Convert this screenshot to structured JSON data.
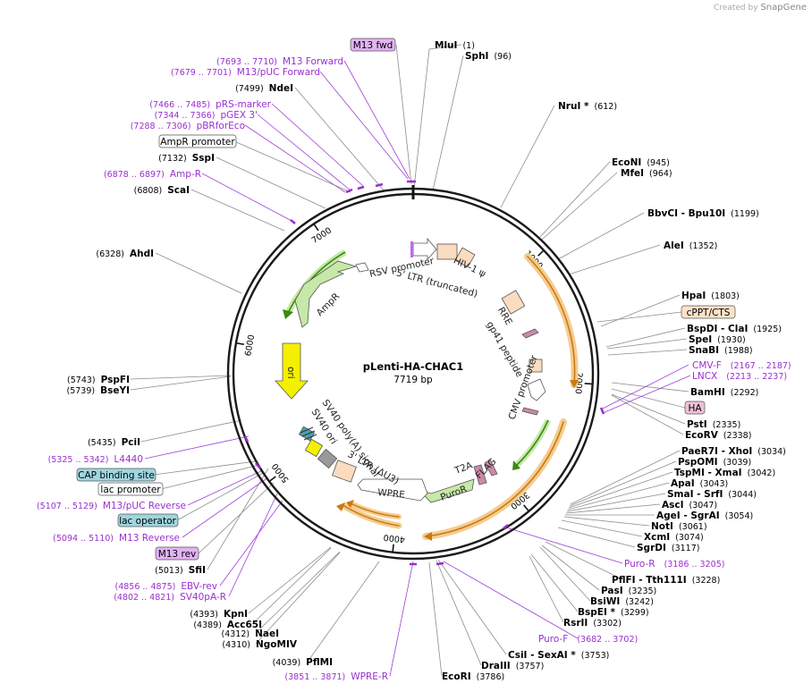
{
  "credit": {
    "prefix": "Created by",
    "brand": "SnapGene"
  },
  "plasmid": {
    "name": "pLenti-HA-CHAC1",
    "size": "7719 bp",
    "length": 7719
  },
  "colors": {
    "primer": "#9a2fd0",
    "amp": "#7ac84a",
    "orange": "#f0b060",
    "ori": "#f4f000"
  },
  "ticks": [
    {
      "label": "1000",
      "bp": 1000
    },
    {
      "label": "2000",
      "bp": 2000
    },
    {
      "label": "3000",
      "bp": 3000
    },
    {
      "label": "4000",
      "bp": 4000
    },
    {
      "label": "5000",
      "bp": 5000
    },
    {
      "label": "6000",
      "bp": 6000
    },
    {
      "label": "7000",
      "bp": 7000
    }
  ],
  "features": [
    {
      "name": "5' LTR (truncated)",
      "start": 230,
      "end": 410
    },
    {
      "name": "HIV-1 ψ",
      "start": 457,
      "end": 582
    },
    {
      "name": "RRE",
      "start": 1075,
      "end": 1308
    },
    {
      "name": "gp41 peptide",
      "start": 1310,
      "end": 1420
    },
    {
      "name": "cPPT/CTS",
      "start": 1803,
      "end": 1920
    },
    {
      "name": "CMV promoter",
      "start": 2000,
      "end": 2204
    },
    {
      "name": "HA",
      "start": 2292,
      "end": 2330
    },
    {
      "name": "FLAG",
      "start": 2880,
      "end": 2920
    },
    {
      "name": "T2A",
      "start": 2930,
      "end": 2990
    },
    {
      "name": "PuroR",
      "start": 3010,
      "end": 3610
    },
    {
      "name": "WPRE",
      "start": 3840,
      "end": 4430
    },
    {
      "name": "3' LTR (ΔU3)",
      "start": 4510,
      "end": 4745
    },
    {
      "name": "SV40 ori",
      "start": 4780,
      "end": 4900
    },
    {
      "name": "SV40 poly(A) signal",
      "start": 4940,
      "end": 5060
    },
    {
      "name": "ori",
      "start": 5400,
      "end": 5990
    },
    {
      "name": "AmpR",
      "start": 6150,
      "end": 7000
    },
    {
      "name": "AmpR promoter",
      "start": 7000,
      "end": 7105
    },
    {
      "name": "RSV promoter",
      "start": 7375,
      "end": 7600
    }
  ],
  "enzymes": [
    {
      "name": "MluI",
      "pos": "(1)"
    },
    {
      "name": "SphI",
      "pos": "(96)"
    },
    {
      "name": "NruI *",
      "pos": "(612)"
    },
    {
      "name": "EcoNI",
      "pos": "(945)"
    },
    {
      "name": "MfeI",
      "pos": "(964)"
    },
    {
      "name": "BbvCI  - Bpu10I",
      "pos": "(1199)"
    },
    {
      "name": "AleI",
      "pos": "(1352)"
    },
    {
      "name": "HpaI",
      "pos": "(1803)"
    },
    {
      "name": "BspDI  - ClaI",
      "pos": "(1925)"
    },
    {
      "name": "SpeI",
      "pos": "(1930)"
    },
    {
      "name": "SnaBI",
      "pos": "(1988)"
    },
    {
      "name": "BamHI",
      "pos": "(2292)"
    },
    {
      "name": "PstI",
      "pos": "(2335)"
    },
    {
      "name": "EcoRV",
      "pos": "(2338)"
    },
    {
      "name": "PaeR7I  - XhoI",
      "pos": "(3034)"
    },
    {
      "name": "PspOMI",
      "pos": "(3039)"
    },
    {
      "name": "TspMI  - XmaI",
      "pos": "(3042)"
    },
    {
      "name": "ApaI",
      "pos": "(3043)"
    },
    {
      "name": "SmaI  - SrfI",
      "pos": "(3044)"
    },
    {
      "name": "AscI",
      "pos": "(3047)"
    },
    {
      "name": "AgeI  - SgrAI",
      "pos": "(3054)"
    },
    {
      "name": "NotI",
      "pos": "(3061)"
    },
    {
      "name": "XcmI",
      "pos": "(3074)"
    },
    {
      "name": "SgrDI",
      "pos": "(3117)"
    },
    {
      "name": "PflFI  - Tth111I",
      "pos": "(3228)"
    },
    {
      "name": "PasI",
      "pos": "(3235)"
    },
    {
      "name": "BsiWI",
      "pos": "(3242)"
    },
    {
      "name": "BspEI *",
      "pos": "(3299)"
    },
    {
      "name": "RsrII",
      "pos": "(3302)"
    },
    {
      "name": "CsiI  - SexAI *",
      "pos": "(3753)"
    },
    {
      "name": "DraIII",
      "pos": "(3757)"
    },
    {
      "name": "EcoRI",
      "pos": "(3786)"
    },
    {
      "name": "PflMI",
      "pos": "(4039)"
    },
    {
      "name": "NaeI",
      "pos": "(4312)"
    },
    {
      "name": "NgoMIV",
      "pos": "(4310)"
    },
    {
      "name": "KpnI",
      "pos": "(4393)"
    },
    {
      "name": "Acc65I",
      "pos": "(4389)"
    },
    {
      "name": "SfiI",
      "pos": "(5013)"
    },
    {
      "name": "PciI",
      "pos": "(5435)"
    },
    {
      "name": "PspFI",
      "pos": "(5743)"
    },
    {
      "name": "BseYI",
      "pos": "(5739)"
    },
    {
      "name": "AhdI",
      "pos": "(6328)"
    },
    {
      "name": "ScaI",
      "pos": "(6808)"
    },
    {
      "name": "SspI",
      "pos": "(7132)"
    },
    {
      "name": "NdeI",
      "pos": "(7499)"
    }
  ],
  "primers": [
    {
      "range": "(7693 .. 7710)",
      "name": "M13 Forward"
    },
    {
      "range": "(7679 .. 7701)",
      "name": "M13/pUC Forward"
    },
    {
      "range": "(7466 .. 7485)",
      "name": "pRS-marker"
    },
    {
      "range": "(7344 .. 7366)",
      "name": "pGEX 3'"
    },
    {
      "range": "(7288 .. 7306)",
      "name": "pBRforEco"
    },
    {
      "range": "(6878 .. 6897)",
      "name": "Amp-R"
    },
    {
      "range": "(2167 .. 2187)",
      "name": "CMV-F"
    },
    {
      "range": "(2213 .. 2237)",
      "name": "LNCX"
    },
    {
      "range": "(3186 .. 3205)",
      "name": "Puro-R"
    },
    {
      "range": "(3682 .. 3702)",
      "name": "Puro-F"
    },
    {
      "range": "(3851 .. 3871)",
      "name": "WPRE-R"
    },
    {
      "range": "(4856 .. 4875)",
      "name": "EBV-rev"
    },
    {
      "range": "(4802 .. 4821)",
      "name": "SV40pA-R"
    },
    {
      "range": "(5094 .. 5110)",
      "name": "M13 Reverse"
    },
    {
      "range": "(5107 .. 5129)",
      "name": "M13/pUC Reverse"
    },
    {
      "range": "(5325 .. 5342)",
      "name": "L4440"
    }
  ],
  "boxes": [
    {
      "name": "M13 fwd"
    },
    {
      "name": "AmpR promoter"
    },
    {
      "name": "cPPT/CTS"
    },
    {
      "name": "HA"
    },
    {
      "name": "CAP binding site"
    },
    {
      "name": "lac promoter"
    },
    {
      "name": "lac operator"
    },
    {
      "name": "M13 rev"
    }
  ]
}
